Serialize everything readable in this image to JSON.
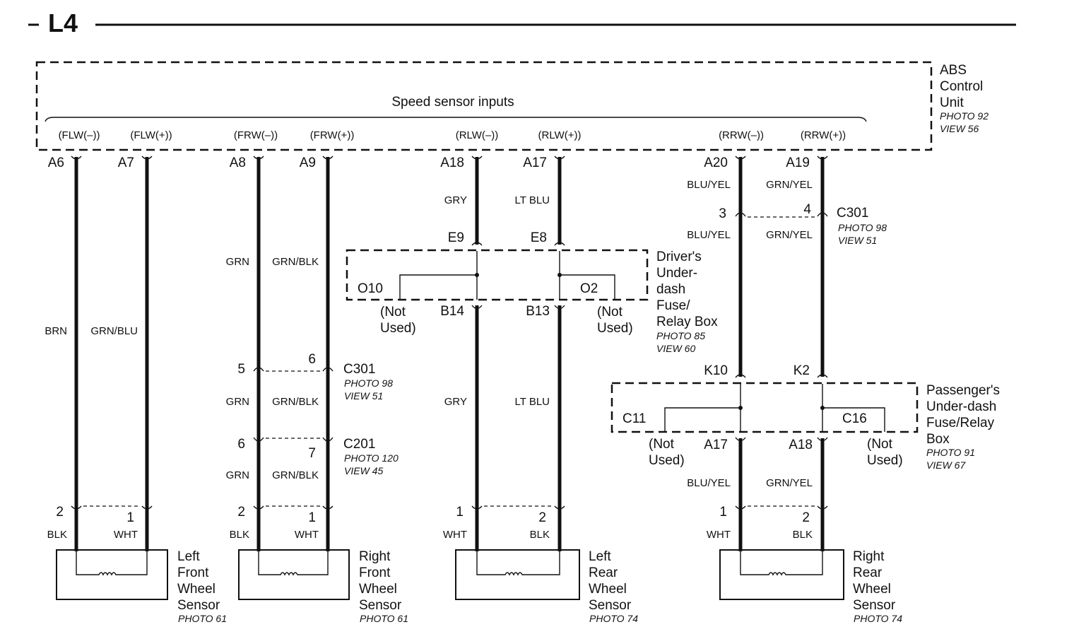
{
  "page_label": "L4",
  "abs_unit": {
    "title_lines": [
      "ABS",
      "Control",
      "Unit"
    ],
    "photo": "PHOTO 92",
    "view": "VIEW 56",
    "inputs_label": "Speed sensor inputs",
    "signals": [
      "(FLW(–))",
      "(FLW(+))",
      "(FRW(–))",
      "(FRW(+))",
      "(RLW(–))",
      "(RLW(+))",
      "(RRW(–))",
      "(RRW(+))"
    ]
  },
  "wires": [
    {
      "pin": "A6",
      "colors": [
        "BRN"
      ],
      "end_pin": "2",
      "end_color": "BLK"
    },
    {
      "pin": "A7",
      "colors": [
        "GRN/BLU"
      ],
      "end_pin": "1",
      "end_color": "WHT"
    },
    {
      "pin": "A8",
      "colors": [
        "GRN",
        "GRN",
        "GRN"
      ],
      "c301_pin": "5",
      "c201_pin": "6",
      "end_pin": "2",
      "end_color": "BLK"
    },
    {
      "pin": "A9",
      "colors": [
        "GRN/BLK",
        "GRN/BLK",
        "GRN/BLK"
      ],
      "c301_pin": "6",
      "c201_pin": "7",
      "end_pin": "1",
      "end_color": "WHT"
    },
    {
      "pin": "A18",
      "colors": [
        "GRY",
        "GRY"
      ],
      "fuse_in": "E9",
      "fuse_out": "B14",
      "end_pin": "1",
      "end_color": "WHT"
    },
    {
      "pin": "A17",
      "colors": [
        "LT BLU",
        "LT BLU"
      ],
      "fuse_in": "E8",
      "fuse_out": "B13",
      "end_pin": "2",
      "end_color": "BLK"
    },
    {
      "pin": "A20",
      "colors": [
        "BLU/YEL",
        "BLU/YEL",
        "BLU/YEL"
      ],
      "c301_pin": "3",
      "fuse_in": "K10",
      "fuse_out": "A17",
      "end_pin": "1",
      "end_color": "WHT"
    },
    {
      "pin": "A19",
      "colors": [
        "GRN/YEL",
        "GRN/YEL",
        "GRN/YEL"
      ],
      "c301_pin": "4",
      "fuse_in": "K2",
      "fuse_out": "A18",
      "end_pin": "2",
      "end_color": "BLK"
    }
  ],
  "connectors": {
    "c301_name": "C301",
    "c301_photo": "PHOTO 98",
    "c301_view": "VIEW 51",
    "c201_name": "C201",
    "c201_photo": "PHOTO 120",
    "c201_view": "VIEW 45"
  },
  "drivers_box": {
    "title_lines": [
      "Driver's",
      "Under-",
      "dash",
      "Fuse/",
      "Relay Box"
    ],
    "photo": "PHOTO 85",
    "view": "VIEW 60",
    "unused_left": "O10",
    "unused_right": "O2",
    "not_used_1": "(Not",
    "not_used_2": "Used)"
  },
  "passengers_box": {
    "title_lines": [
      "Passenger's",
      "Under-dash",
      "Fuse/Relay",
      "Box"
    ],
    "photo": "PHOTO 91",
    "view": "VIEW 67",
    "unused_left": "C11",
    "unused_right": "C16",
    "not_used_1": "(Not",
    "not_used_2": "Used)"
  },
  "sensors": [
    {
      "lines": [
        "Left",
        "Front",
        "Wheel",
        "Sensor"
      ],
      "photo": "PHOTO 61"
    },
    {
      "lines": [
        "Right",
        "Front",
        "Wheel",
        "Sensor"
      ],
      "photo": "PHOTO 61"
    },
    {
      "lines": [
        "Left",
        "Rear",
        "Wheel",
        "Sensor"
      ],
      "photo": "PHOTO 74"
    },
    {
      "lines": [
        "Right",
        "Rear",
        "Wheel",
        "Sensor"
      ],
      "photo": "PHOTO 74"
    }
  ]
}
